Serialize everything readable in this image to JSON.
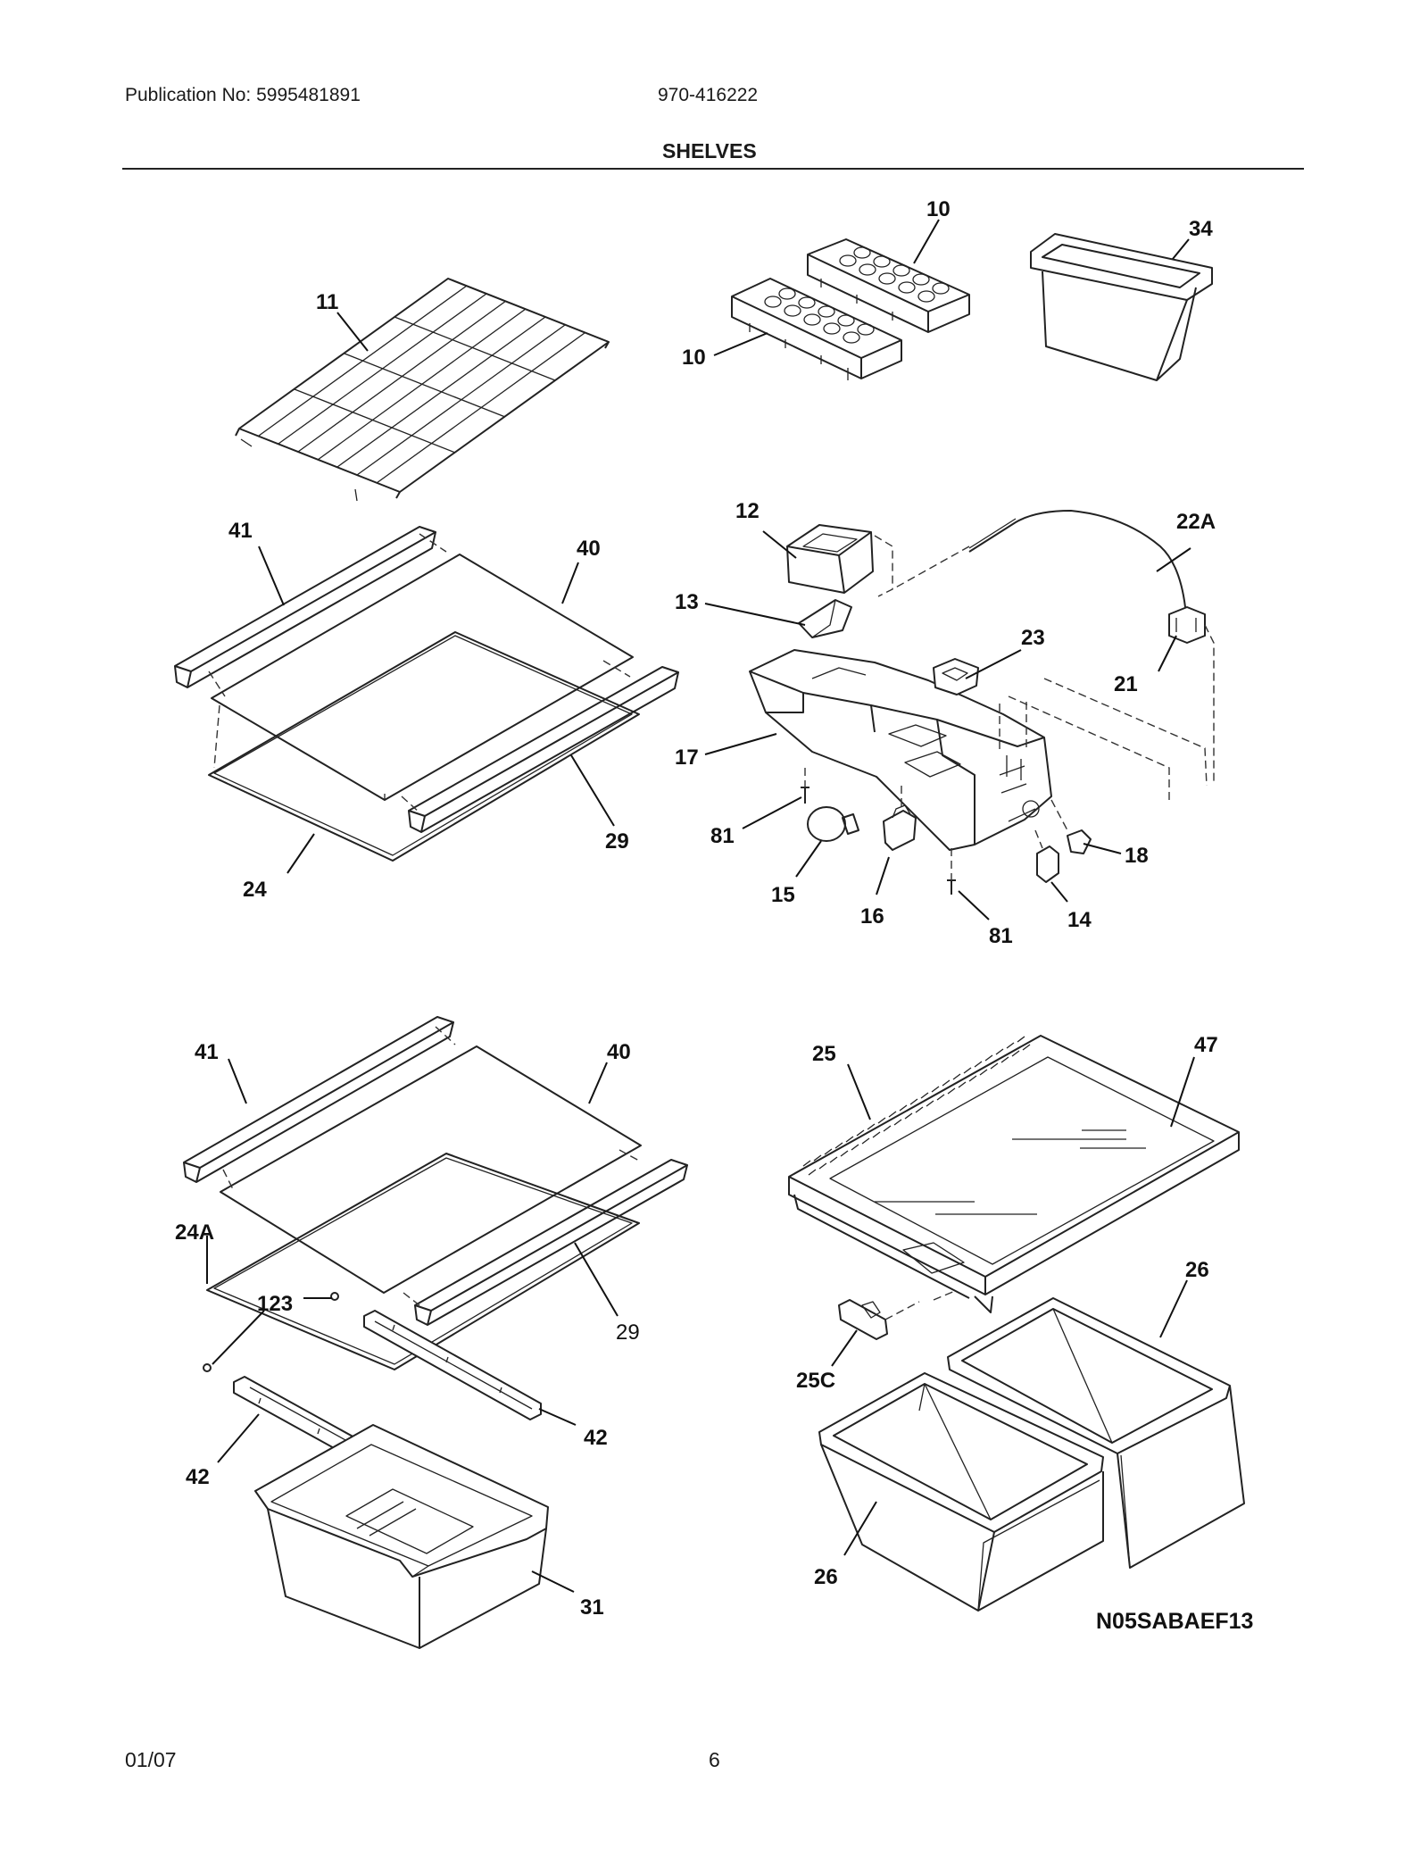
{
  "header": {
    "publication": "Publication No: 5995481891",
    "model": "970-416222",
    "section_title": "SHELVES"
  },
  "footer": {
    "date": "01/07",
    "page_number": "6"
  },
  "diagram": {
    "drawing_code": "N05SABAEF13",
    "callouts": {
      "c11": "11",
      "c10a": "10",
      "c10b": "10",
      "c34": "34",
      "c41a": "41",
      "c40a": "40",
      "c29a": "29",
      "c24": "24",
      "c12": "12",
      "c22A": "22A",
      "c13": "13",
      "c23": "23",
      "c21": "21",
      "c17": "17",
      "c81a": "81",
      "c18": "18",
      "c15": "15",
      "c16": "16",
      "c81b": "81",
      "c14": "14",
      "c41b": "41",
      "c40b": "40",
      "c24A": "24A",
      "c123": "123",
      "c29b": "29",
      "c42a": "42",
      "c42b": "42",
      "c31": "31",
      "c25": "25",
      "c47": "47",
      "c26a": "26",
      "c25C": "25C",
      "c26b": "26"
    }
  }
}
